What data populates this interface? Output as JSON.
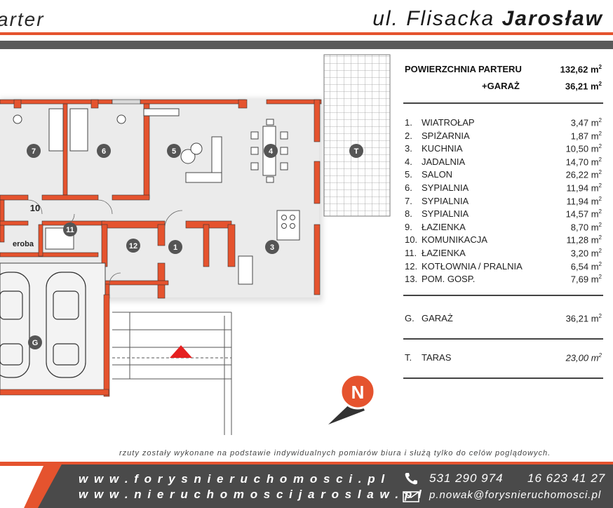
{
  "header": {
    "left_title": "arter",
    "right_title_street": "ul. Flisacka",
    "right_title_city": "Jarosław"
  },
  "plan": {
    "rooms": [
      {
        "label": "7"
      },
      {
        "label": "6"
      },
      {
        "label": "5"
      },
      {
        "label": "4"
      },
      {
        "label": "T"
      },
      {
        "label": "10"
      },
      {
        "label": "11"
      },
      {
        "label": "12"
      },
      {
        "label": "1"
      },
      {
        "label": "3"
      },
      {
        "label": "G"
      }
    ],
    "room_text_garderoba": "eroba",
    "compass_label": "N"
  },
  "summary": {
    "parter_label": "POWIERZCHNIA PARTERU",
    "parter_value": "132,62 m",
    "garaz_label": "+GARAŻ",
    "garaz_value": "36,21 m",
    "unit_sup": "2"
  },
  "rooms_list": [
    {
      "num": "1.",
      "name": "WIATROŁAP",
      "area": "3,47 m"
    },
    {
      "num": "2.",
      "name": "SPIŻARNIA",
      "area": "1,87 m"
    },
    {
      "num": "3.",
      "name": "KUCHNIA",
      "area": "10,50 m"
    },
    {
      "num": "4.",
      "name": "JADALNIA",
      "area": "14,70 m"
    },
    {
      "num": "5.",
      "name": "SALON",
      "area": "26,22 m"
    },
    {
      "num": "6.",
      "name": "SYPIALNIA",
      "area": "11,94 m"
    },
    {
      "num": "7.",
      "name": "SYPIALNIA",
      "area": "11,94 m"
    },
    {
      "num": "8.",
      "name": "SYPIALNIA",
      "area": "14,57 m"
    },
    {
      "num": "9.",
      "name": "ŁAZIENKA",
      "area": "8,70 m"
    },
    {
      "num": "10.",
      "name": "KOMUNIKACJA",
      "area": "11,28 m"
    },
    {
      "num": "11.",
      "name": "ŁAZIENKA",
      "area": "3,20 m"
    },
    {
      "num": "12.",
      "name": "KOTŁOWNIA / PRALNIA",
      "area": "6,54 m"
    },
    {
      "num": "13.",
      "name": "POM. GOSP.",
      "area": "7,69 m"
    }
  ],
  "extra": {
    "garage": {
      "num": "G.",
      "name": "GARAŻ",
      "area": "36,21 m"
    },
    "terrace": {
      "num": "T.",
      "name": "TARAS",
      "area": "23,00 m"
    }
  },
  "note": "rzuty zostały wykonane na podstawie indywidualnych pomiarów biura i służą tylko do celów poglądowych.",
  "footer": {
    "www1": "w w w . f o r y s n i e r u c h o m o s c i . p l",
    "www2": "w w w . n i e r u c h o m o s c i j a r o s l a w . p l",
    "phone1": "531 290 974",
    "phone2": "16 623 41 27",
    "email": "p.nowak@forysnieruchomosci.pl",
    "icons": [
      "phone-icon",
      "email-icon"
    ],
    "accent_color": "#e5532e"
  }
}
